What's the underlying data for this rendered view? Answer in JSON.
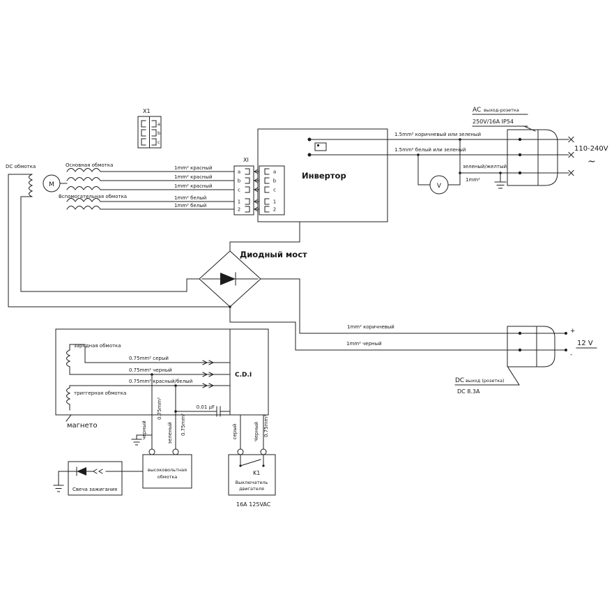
{
  "top_connector": {
    "label": "X1",
    "pins": [
      "a",
      "b",
      "c"
    ]
  },
  "stator": {
    "dc_winding_label": "DC обмотка",
    "motor_label": "M",
    "main_winding_label": "Основная обмотка",
    "aux_winding_label": "Вспомогательная обмотка",
    "wires": [
      {
        "label": "1mm² красный"
      },
      {
        "label": "1mm² красный"
      },
      {
        "label": "1mm² красный"
      },
      {
        "label": "1mm² белый"
      },
      {
        "label": "1mm² белый"
      }
    ]
  },
  "connector": {
    "label": "XI",
    "pins_left": [
      "a",
      "b",
      "c",
      "1",
      "2"
    ],
    "pins_right": [
      "a",
      "b",
      "c",
      "1",
      "2"
    ]
  },
  "inverter": {
    "label": "Инвертор"
  },
  "ac_section": {
    "wire1_label": "1.5mm² коричневый или зеленый",
    "wire2_label": "1.5mm² белый или зеленый",
    "ground_label": "зеленый/желтый",
    "ground_size": "1mm²",
    "voltmeter_label": "V",
    "socket_name": "AC",
    "socket_name2": "выход-розетка",
    "socket_rating": "250V/16A IP54",
    "voltage": "110-240V",
    "ac_sign": "~"
  },
  "bridge": {
    "label": "Диодный мост"
  },
  "dc_section": {
    "wire1_label": "1mm² коричневый",
    "wire2_label": "1mm² черный",
    "plus": "+",
    "minus": "-",
    "voltage": "12 V",
    "socket_name": "DC",
    "socket_name2": "выход (розетка)",
    "rating": "DC 8.3A"
  },
  "magneto": {
    "label": "магнето",
    "charge_winding_label": "зарядная обмотка",
    "trigger_winding_label": "триггерная обмотка",
    "cdi_label": "C.D.I",
    "capacitor_label": "0.01 µF",
    "wires": [
      {
        "label": "0.75mm² серый"
      },
      {
        "label": "0.75mm² черный"
      },
      {
        "label": "0.75mm² красный/белый"
      }
    ],
    "down_black": "черный",
    "down_black_size": "0.75mm²",
    "down_green": "зеленый",
    "down_green_size": "0.75mm²"
  },
  "ignition": {
    "hv_coil_line1": "высоковольтная",
    "hv_coil_line2": "обмотка",
    "spark_plug_label": "Свеча зажигания",
    "switch_wire_gray": "серый",
    "switch_wire_black": "Черный",
    "switch_wire_size": "0.75mm²",
    "relay_label": "K1",
    "switch_line1": "Выключатель",
    "switch_line2": "двигателя",
    "switch_rating": "16A 125VAC"
  }
}
